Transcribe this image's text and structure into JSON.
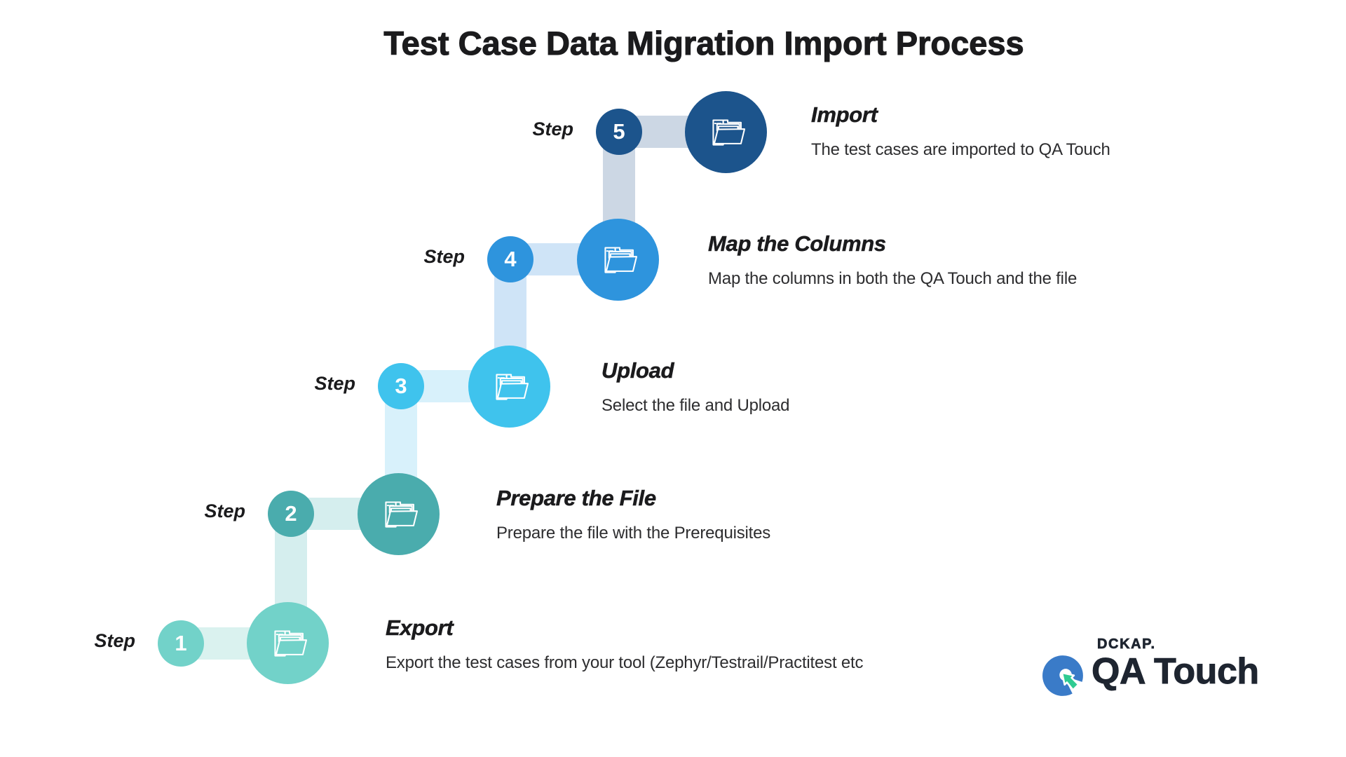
{
  "page": {
    "title": "Test Case Data Migration Import Process",
    "background": "#ffffff"
  },
  "steps": [
    {
      "label": "Step",
      "number": "1",
      "title": "Export",
      "description": "Export the test cases from your  tool (Zephyr/Testrail/Practitest etc",
      "icon": "open-folder-icon",
      "circle_color": "#72d2c9",
      "connector_color": "#daf2ef"
    },
    {
      "label": "Step",
      "number": "2",
      "title": "Prepare the File",
      "description": "Prepare the file with the Prerequisites",
      "icon": "open-folder-icon",
      "circle_color": "#4aacad",
      "connector_color": "#d5eeee"
    },
    {
      "label": "Step",
      "number": "3",
      "title": "Upload",
      "description": "Select the file and Upload",
      "icon": "open-folder-icon",
      "circle_color": "#3fc3ed",
      "connector_color": "#d8f1fb"
    },
    {
      "label": "Step",
      "number": "4",
      "title": "Map the Columns",
      "description": "Map the columns in both the QA Touch and the file",
      "icon": "open-folder-icon",
      "circle_color": "#2e94dd",
      "connector_color": "#cfe4f7"
    },
    {
      "label": "Step",
      "number": "5",
      "title": "Import",
      "description": "The test cases are imported to QA Touch",
      "icon": "open-folder-icon",
      "circle_color": "#1c548c",
      "connector_color": "#ccd7e4"
    }
  ],
  "logo": {
    "brand": "DCKAP.",
    "product": "QA Touch",
    "mark": "qa-touch-logo-mark",
    "mark_blue": "#3a7bc8",
    "mark_green": "#2fcb92",
    "text_color": "#1e2530"
  }
}
